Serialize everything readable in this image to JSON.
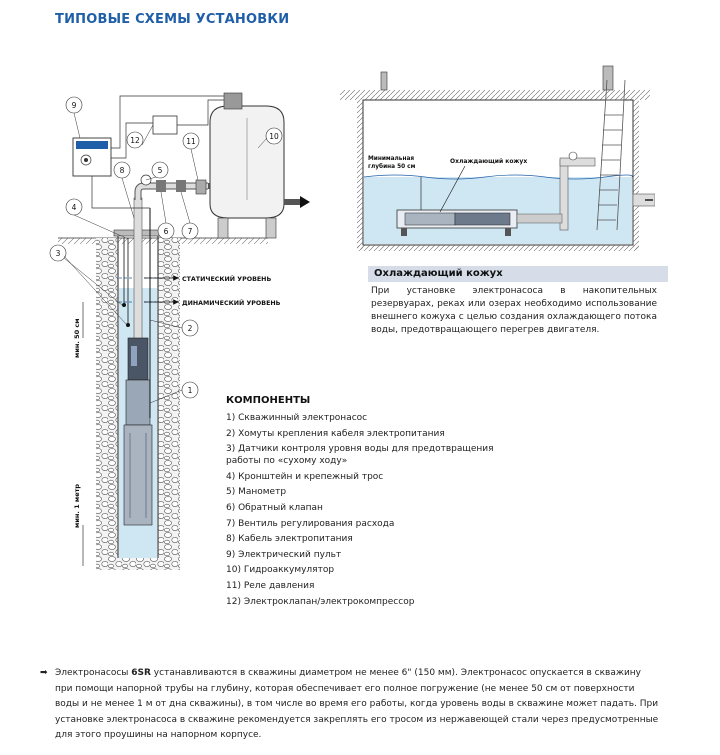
{
  "title": "ТИПОВЫЕ СХЕМЫ УСТАНОВКИ",
  "well_labels": {
    "static_level": "СТАТИЧЕСКИЙ УРОВЕНЬ",
    "dynamic_level": "ДИНАМИЧЕСКИЙ УРОВЕНЬ",
    "min_50cm": "мин. 50 см",
    "min_1m": "мин. 1 метр",
    "callouts": [
      "9",
      "12",
      "11",
      "10",
      "8",
      "5",
      "4",
      "6",
      "7",
      "3",
      "2",
      "1"
    ]
  },
  "tank_labels": {
    "min_depth_line1": "Минимальная",
    "min_depth_line2": "глубина 50 см",
    "cooling_jacket_label": "Охлаждающий кожух"
  },
  "cooling_note": {
    "heading": "Охлаждающий кожух",
    "text": "При установке электронасоса в накопительных резервуарах, реках или озерах необходимо использование внешнего кожуха с целью создания охлаждающего потока воды, предотвращающего перегрев двигателя."
  },
  "components": {
    "heading": "КОМПОНЕНТЫ",
    "items": [
      "1) Скважинный электронасос",
      "2) Хомуты крепления кабеля электропитания",
      "3) Датчики контроля уровня воды для предотвращения работы по «сухому ходу»",
      "4) Кронштейн и крепежный трос",
      "5) Манометр",
      "6) Обратный клапан",
      "7) Вентиль регулирования расхода",
      "8) Кабель электропитания",
      "9) Электрический пульт",
      "10) Гидроаккумулятор",
      "11) Реле давления",
      "12) Электроклапан/электрокомпрессор"
    ]
  },
  "bottom_note": {
    "arrow": "➡",
    "part1": "Электронасосы ",
    "model": "6SR",
    "part2": " устанавливаются в скважины диаметром не менее 6\" (150 мм). Электронасос опускается в скважину при помощи напорной трубы на глубину, которая обеспечивает его полное погружение (не менее 50 см от поверхности воды и не менее 1 м от дна скважины), в том числе во время его работы, когда уровень воды в скважине может падать. При установке электронасоса в скважине рекомендуется закреплять его тросом из нержавеющей стали через предусмотренные для этого проушины на напорном корпусе."
  },
  "colors": {
    "title_blue": "#1f5fa8",
    "water_blue": "#cfe6f3",
    "note_heading_bg": "#d6dde8"
  }
}
